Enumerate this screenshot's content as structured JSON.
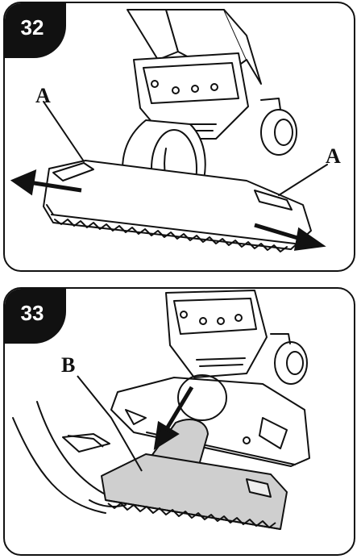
{
  "steps": [
    {
      "number": "32",
      "labels": [
        "A",
        "A"
      ]
    },
    {
      "number": "33",
      "labels": [
        "B"
      ]
    }
  ]
}
